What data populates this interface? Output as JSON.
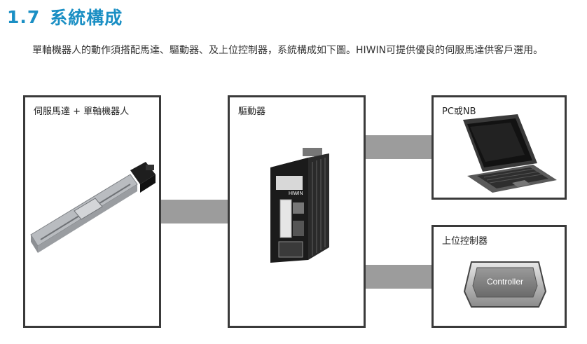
{
  "section": {
    "number": "1.7",
    "title": "系統構成"
  },
  "intro": "單軸機器人的動作須搭配馬達、驅動器、及上位控制器，系統構成如下圖。HIWIN可提供優良的伺服馬達供客戶選用。",
  "diagram": {
    "robot_box": {
      "label": "伺服馬達 + 單軸機器人"
    },
    "driver_box": {
      "label": "驅動器",
      "device_brand": "HIWIN"
    },
    "pc_box": {
      "label": "PC或NB"
    },
    "controller_box": {
      "label": "上位控制器",
      "device_text": "Controller"
    }
  }
}
